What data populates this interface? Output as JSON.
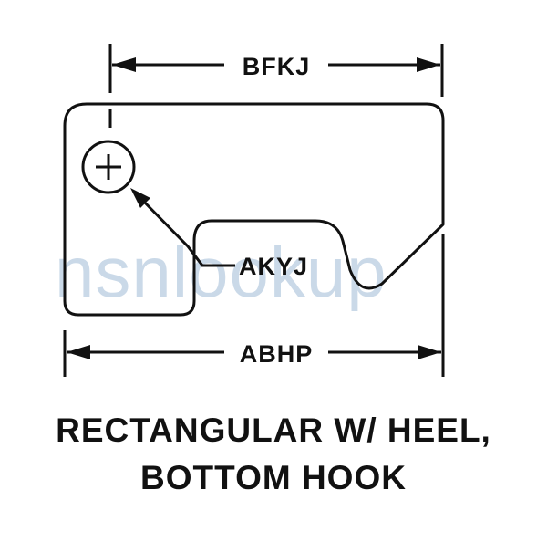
{
  "diagram": {
    "dimensions": {
      "top_width": "BFKJ",
      "bottom_width": "ABHP",
      "hole_callout": "AKYJ"
    },
    "watermark": "nsnlookup",
    "colors": {
      "line": "#111111",
      "watermark": "#9fb9d6"
    }
  },
  "caption": {
    "line1": "RECTANGULAR W/ HEEL,",
    "line2": "BOTTOM HOOK"
  }
}
